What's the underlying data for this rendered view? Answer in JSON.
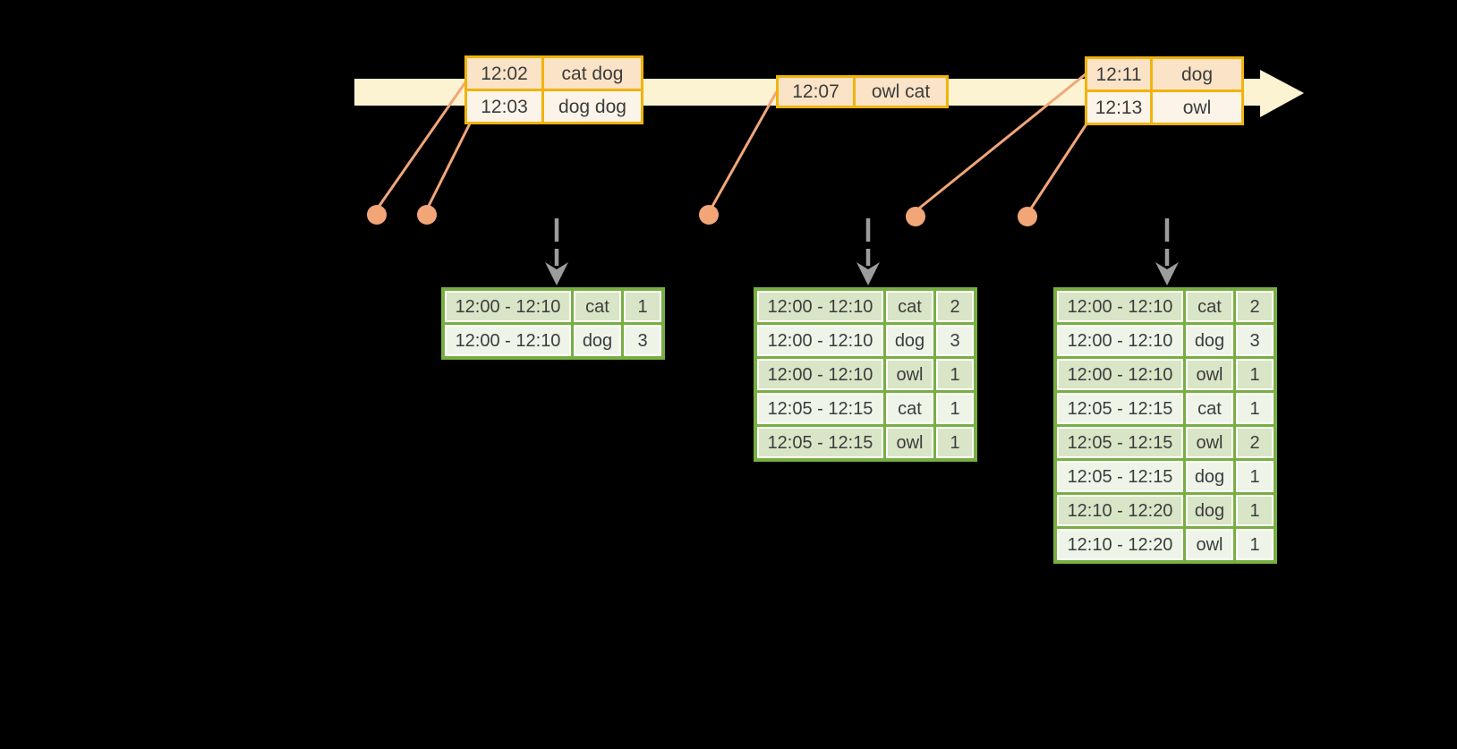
{
  "colors": {
    "background": "#000000",
    "timeline_fill": "#fcf3d2",
    "event_table_border": "#f1b30e",
    "event_row_dark": "#fae3c6",
    "event_row_light": "#fdf4e9",
    "connector_and_dot": "#f2a678",
    "trigger_arrow_gray": "#9c9c9c",
    "result_table_border": "#78ae42",
    "result_row_dark": "#d9e5c7",
    "result_row_light": "#eff4e9",
    "text": "#3c3c3c"
  },
  "event_tables": [
    {
      "rows": [
        {
          "time": "12:02",
          "words": "cat dog"
        },
        {
          "time": "12:03",
          "words": "dog dog"
        }
      ]
    },
    {
      "rows": [
        {
          "time": "12:07",
          "words": "owl cat"
        }
      ]
    },
    {
      "rows": [
        {
          "time": "12:11",
          "words": "dog"
        },
        {
          "time": "12:13",
          "words": "owl"
        }
      ]
    }
  ],
  "result_tables": [
    {
      "rows": [
        {
          "window": "12:00 - 12:10",
          "word": "cat",
          "count": "1"
        },
        {
          "window": "12:00 - 12:10",
          "word": "dog",
          "count": "3"
        }
      ]
    },
    {
      "rows": [
        {
          "window": "12:00 - 12:10",
          "word": "cat",
          "count": "2"
        },
        {
          "window": "12:00 - 12:10",
          "word": "dog",
          "count": "3"
        },
        {
          "window": "12:00 - 12:10",
          "word": "owl",
          "count": "1"
        },
        {
          "window": "12:05 - 12:15",
          "word": "cat",
          "count": "1"
        },
        {
          "window": "12:05 - 12:15",
          "word": "owl",
          "count": "1"
        }
      ]
    },
    {
      "rows": [
        {
          "window": "12:00 - 12:10",
          "word": "cat",
          "count": "2"
        },
        {
          "window": "12:00 - 12:10",
          "word": "dog",
          "count": "3"
        },
        {
          "window": "12:00 - 12:10",
          "word": "owl",
          "count": "1"
        },
        {
          "window": "12:05 - 12:15",
          "word": "cat",
          "count": "1"
        },
        {
          "window": "12:05 - 12:15",
          "word": "owl",
          "count": "2"
        },
        {
          "window": "12:05 - 12:15",
          "word": "dog",
          "count": "1"
        },
        {
          "window": "12:10 - 12:20",
          "word": "dog",
          "count": "1"
        },
        {
          "window": "12:10 - 12:20",
          "word": "owl",
          "count": "1"
        }
      ]
    }
  ]
}
